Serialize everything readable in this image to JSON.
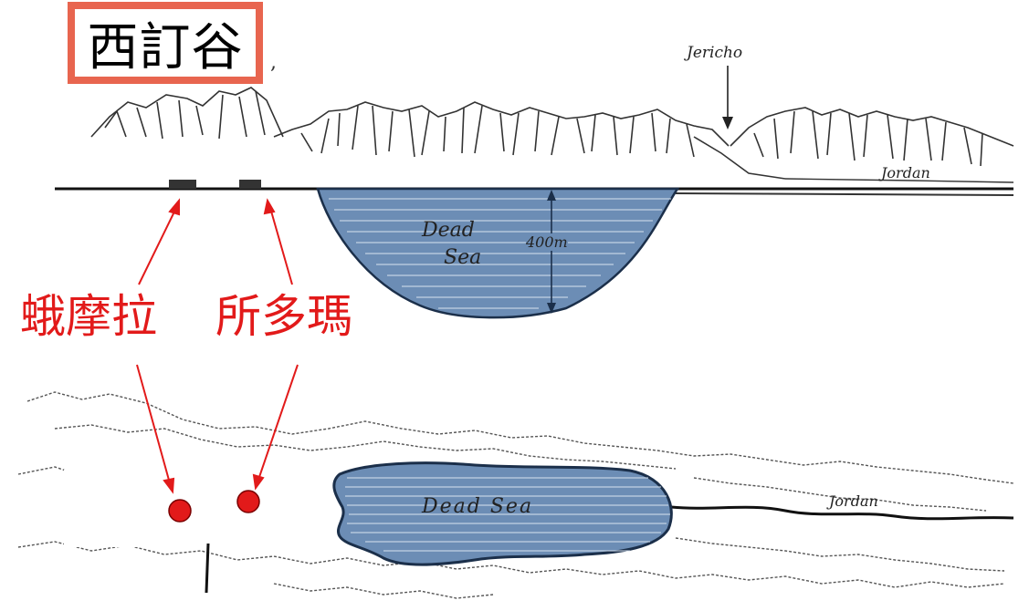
{
  "title": "西訂谷",
  "places": {
    "jericho": "Jericho",
    "jordan_top": "Jordan",
    "jordan_bottom": "Jordan",
    "dead_sea_top_line1": "Dead",
    "dead_sea_top_line2": "Sea",
    "depth_label": "400m",
    "dead_sea_bottom": "Dead Sea"
  },
  "cities": {
    "gomorrah": "蛾摩拉",
    "sodom": "所多瑪"
  },
  "colors": {
    "sea": "#6c8db5",
    "annotation": "#e21a1a",
    "title_border": "#e8654f"
  }
}
